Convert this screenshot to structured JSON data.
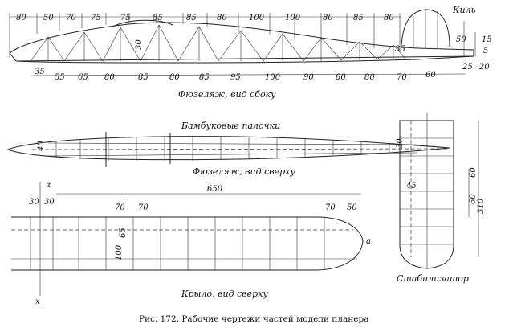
{
  "labels": {
    "fuselage_side": "Фюзеляж, вид сбоку",
    "bamboo_sticks": "Бамбуковые палочки",
    "fuselage_top": "Фюзеляж, вид сверху",
    "wing_top": "Крыло, вид сверху",
    "stabilizer": "Стабилизатор",
    "fin": "Киль",
    "section_a": "а",
    "axis_label_top": "z",
    "axis_label_bottom": "x"
  },
  "caption": "Рис. 172. Рабочие чертежи частей модели планера",
  "fuselage_side": {
    "top_dims": [
      "80",
      "50",
      "70",
      "75",
      "75",
      "85",
      "85",
      "80",
      "100",
      "100",
      "80",
      "85",
      "80"
    ],
    "bottom_dims": [
      "35",
      "55",
      "65",
      "80",
      "85",
      "80",
      "85",
      "95",
      "100",
      "90",
      "80",
      "80",
      "70",
      "60"
    ],
    "height_dim": "30",
    "tail_dims": [
      "50",
      "15",
      "25",
      "5",
      "20"
    ],
    "fin_dim": "35"
  },
  "fuselage_top": {
    "left_dim": "40",
    "right_dim": "30"
  },
  "wing": {
    "span_dim": "650",
    "left_dims": [
      "30",
      "30"
    ],
    "rib_dims": [
      "70",
      "70"
    ],
    "chord_dims": [
      "65",
      "100"
    ],
    "tip_dims": [
      "70",
      "50"
    ]
  },
  "stabilizer": {
    "chord_dim": "45",
    "dims": [
      "60",
      "60",
      "310"
    ]
  }
}
